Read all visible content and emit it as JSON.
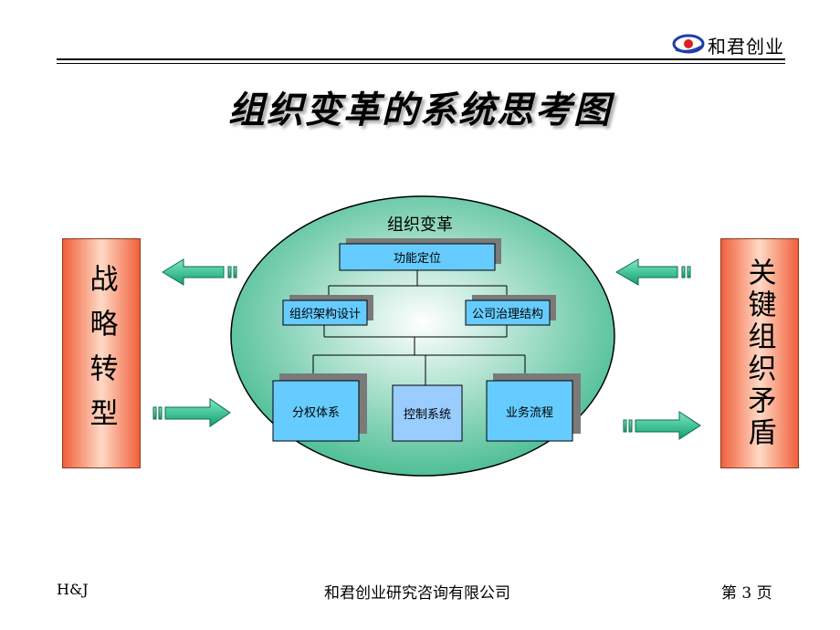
{
  "brand": {
    "logo_text": "和君创业"
  },
  "title": "组织变革的系统思考图",
  "left_box": {
    "label": "战略转型"
  },
  "right_box": {
    "label": "关键组织矛盾"
  },
  "oval": {
    "title": "组织变革",
    "nodes": {
      "top": "功能定位",
      "mid_left": "组织架构设计",
      "mid_right": "公司治理结构",
      "bottom_left": "分权体系",
      "bottom_mid": "控制系统",
      "bottom_right": "业务流程"
    }
  },
  "colors": {
    "box_fill": "#66ccff",
    "oval_fill": "#b8e8d4",
    "arrow_fill": "#22bb88",
    "side_box": "#f0603a"
  },
  "footer": {
    "left": "H&J",
    "center": "和君创业研究咨询有限公司",
    "page": "第 3 页"
  }
}
